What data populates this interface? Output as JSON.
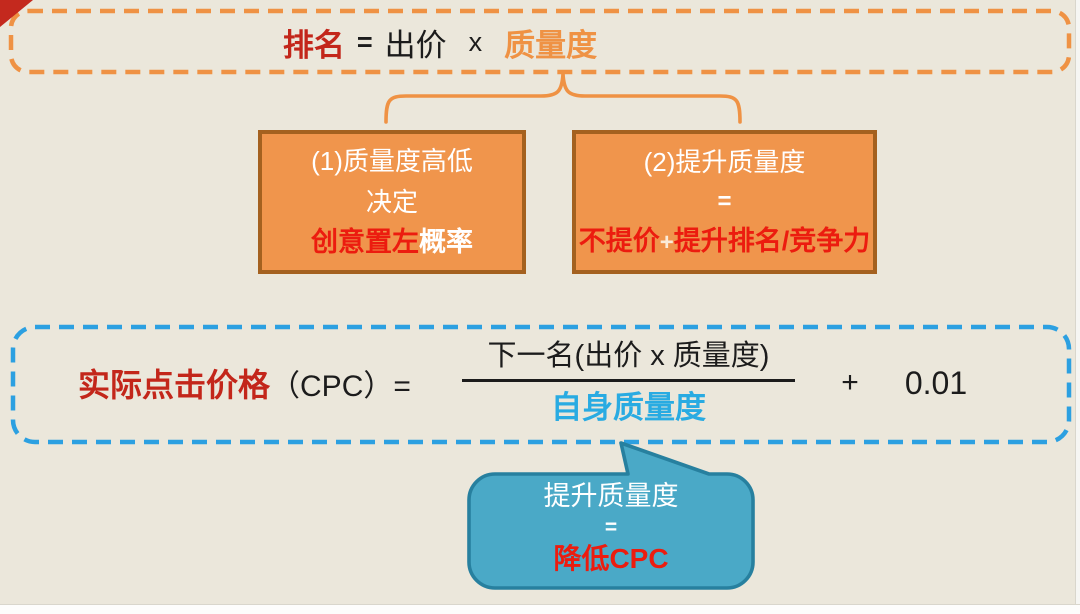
{
  "colors": {
    "background": "#EBE7DB",
    "accent_orange": "#EF9244",
    "orange_box_fill": "#F0954C",
    "orange_box_border": "#A4611F",
    "dark_red": "#C3261A",
    "bright_red": "#EC1C0F",
    "text_black": "#1C1C1C",
    "blue_dash": "#2CA0E1",
    "blue_text": "#29ABE2",
    "callout_fill": "#4AA9C7",
    "callout_border": "#27809F",
    "white": "#FFFFFF",
    "corner_fold_red": "#C4291E"
  },
  "top_formula": {
    "rank": "排名",
    "equals": "=",
    "bid": "出价",
    "times": "x",
    "quality": "质量度"
  },
  "factor_boxes": {
    "left": {
      "line1": "(1)质量度高低",
      "line2": "决定",
      "line3_highlight": "创意置左",
      "line3_rest": "概率"
    },
    "right": {
      "line1": "(2)提升质量度",
      "line2": "=",
      "line3_part1": "不提价",
      "line3_plus": "+",
      "line3_part2": "提升排名/竞争力"
    }
  },
  "cpc_formula": {
    "label": "实际点击价格",
    "label_paren": "（CPC）=",
    "numerator": "下一名(出价 x 质量度)",
    "denominator": "自身质量度",
    "plus": "+",
    "constant": "0.01"
  },
  "callout": {
    "line1": "提升质量度",
    "line2": "=",
    "line3": "降低CPC"
  }
}
